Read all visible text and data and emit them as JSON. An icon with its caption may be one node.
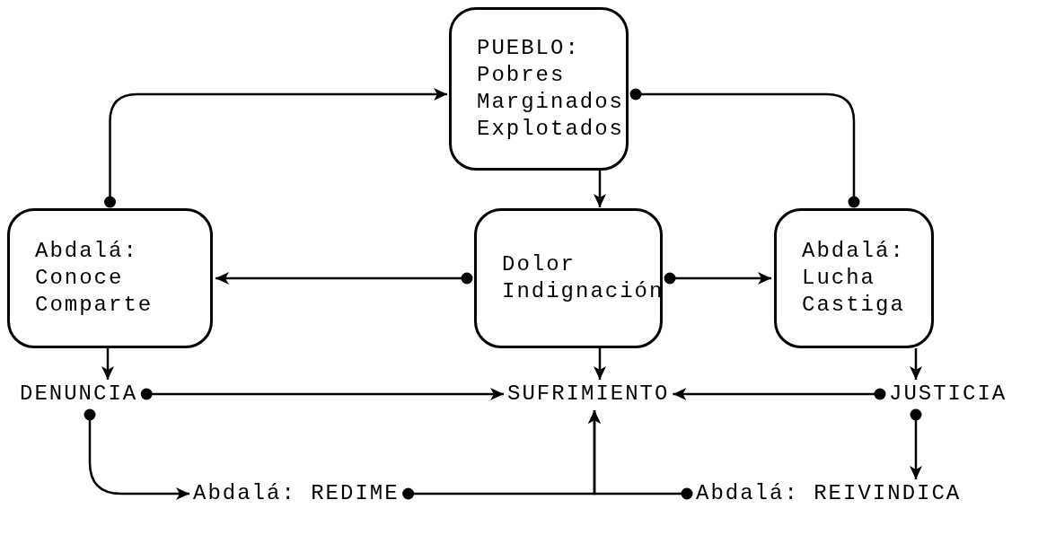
{
  "diagram": {
    "nodes": [
      {
        "text": [
          "PUEBLO: Pobres Marginados Explotados"
        ]
      },
      {
        "text": [
          "Abdalá: Conoce Comparte"
        ]
      },
      {
        "text": [
          "Dolor Indignación"
        ]
      },
      {
        "text": [
          "Abdalá: Lucha Castiga"
        ]
      },
      {
        "text": [
          "DENUNCIA"
        ]
      },
      {
        "text": [
          "SUFRIMIENTO"
        ]
      },
      {
        "text": [
          "JUSTICIA"
        ]
      },
      {
        "text": [
          "Abdalá: REDIME"
        ]
      },
      {
        "text": [
          "Abdalá: REIVINDICA"
        ]
      }
    ],
    "edges": [
      {
        "from": 1,
        "to": 0,
        "arrow": "to"
      },
      {
        "from": 0,
        "to": 3,
        "arrow": "other"
      },
      {
        "from": 0,
        "to": 2,
        "arrow": "to"
      },
      {
        "from": 2,
        "to": 1,
        "arrow": "to"
      },
      {
        "from": 2,
        "to": 3,
        "arrow": "to"
      },
      {
        "from": 1,
        "to": 4,
        "arrow": "to"
      },
      {
        "from": 2,
        "to": 5,
        "arrow": "to"
      },
      {
        "from": 3,
        "to": 6,
        "arrow": "to"
      },
      {
        "from": 4,
        "to": 5,
        "arrow": "to"
      },
      {
        "from": 6,
        "to": 5,
        "arrow": "to"
      },
      {
        "from": 6,
        "to": 8,
        "arrow": "to"
      },
      {
        "from": 4,
        "to": 7,
        "arrow": "to"
      },
      {
        "from": 7,
        "to": 5,
        "arrow": "to"
      },
      {
        "from": 8,
        "to": 5,
        "arrow": "to"
      }
    ]
  }
}
